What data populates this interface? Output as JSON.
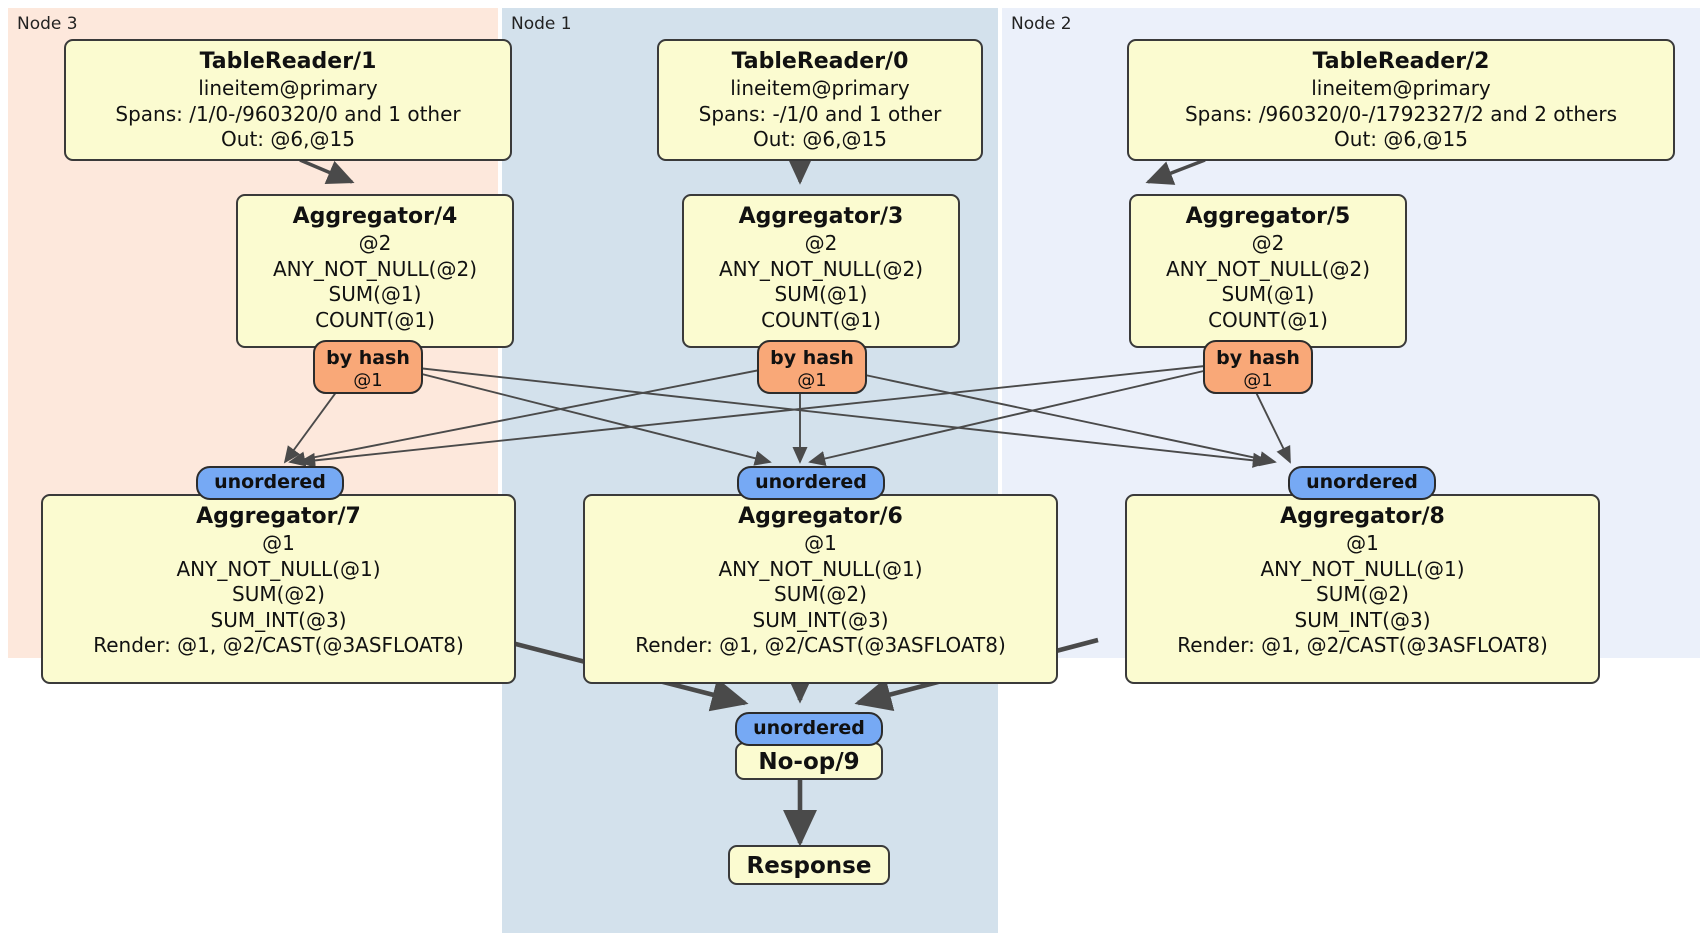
{
  "diagram": {
    "type": "distributed-query-plan",
    "regions": [
      {
        "id": "node3",
        "label": "Node 3",
        "color": "#fde8dc"
      },
      {
        "id": "node1",
        "label": "Node 1",
        "color": "#d3e1ec"
      },
      {
        "id": "node2",
        "label": "Node 2",
        "color": "#ebf0fa"
      }
    ],
    "processors": [
      {
        "id": "tablereader1",
        "region": "node3",
        "title": "TableReader/1",
        "lines": [
          "lineitem@primary",
          "Spans: /1/0-/960320/0 and 1 other",
          "Out: @6,@15"
        ]
      },
      {
        "id": "tablereader0",
        "region": "node1",
        "title": "TableReader/0",
        "lines": [
          "lineitem@primary",
          "Spans: -/1/0 and 1 other",
          "Out: @6,@15"
        ]
      },
      {
        "id": "tablereader2",
        "region": "node2",
        "title": "TableReader/2",
        "lines": [
          "lineitem@primary",
          "Spans: /960320/0-/1792327/2 and 2 others",
          "Out: @6,@15"
        ]
      },
      {
        "id": "aggregator4",
        "region": "node3",
        "title": "Aggregator/4",
        "lines": [
          "@2",
          "ANY_NOT_NULL(@2)",
          "SUM(@1)",
          "COUNT(@1)"
        ]
      },
      {
        "id": "aggregator3",
        "region": "node1",
        "title": "Aggregator/3",
        "lines": [
          "@2",
          "ANY_NOT_NULL(@2)",
          "SUM(@1)",
          "COUNT(@1)"
        ]
      },
      {
        "id": "aggregator5",
        "region": "node2",
        "title": "Aggregator/5",
        "lines": [
          "@2",
          "ANY_NOT_NULL(@2)",
          "SUM(@1)",
          "COUNT(@1)"
        ]
      },
      {
        "id": "aggregator7",
        "region": "node3",
        "title": "Aggregator/7",
        "lines": [
          "@1",
          "ANY_NOT_NULL(@1)",
          "SUM(@2)",
          "SUM_INT(@3)",
          "Render: @1, @2/CAST(@3ASFLOAT8)"
        ]
      },
      {
        "id": "aggregator6",
        "region": "node1",
        "title": "Aggregator/6",
        "lines": [
          "@1",
          "ANY_NOT_NULL(@1)",
          "SUM(@2)",
          "SUM_INT(@3)",
          "Render: @1, @2/CAST(@3ASFLOAT8)"
        ]
      },
      {
        "id": "aggregator8",
        "region": "node2",
        "title": "Aggregator/8",
        "lines": [
          "@1",
          "ANY_NOT_NULL(@1)",
          "SUM(@2)",
          "SUM_INT(@3)",
          "Render: @1, @2/CAST(@3ASFLOAT8)"
        ]
      }
    ],
    "output_badges": [
      {
        "id": "hash-left",
        "label": "by hash",
        "sub": "@1",
        "color": "#f9a878"
      },
      {
        "id": "hash-center",
        "label": "by hash",
        "sub": "@1",
        "color": "#f9a878"
      },
      {
        "id": "hash-right",
        "label": "by hash",
        "sub": "@1",
        "color": "#f9a878"
      }
    ],
    "input_badges": [
      {
        "id": "unordered-left",
        "label": "unordered",
        "color": "#76a9f4"
      },
      {
        "id": "unordered-center",
        "label": "unordered",
        "color": "#76a9f4"
      },
      {
        "id": "unordered-right",
        "label": "unordered",
        "color": "#76a9f4"
      },
      {
        "id": "unordered-final",
        "label": "unordered",
        "color": "#76a9f4"
      }
    ],
    "terminals": [
      {
        "id": "noop9",
        "label": "No-op/9"
      },
      {
        "id": "response",
        "label": "Response"
      }
    ]
  }
}
